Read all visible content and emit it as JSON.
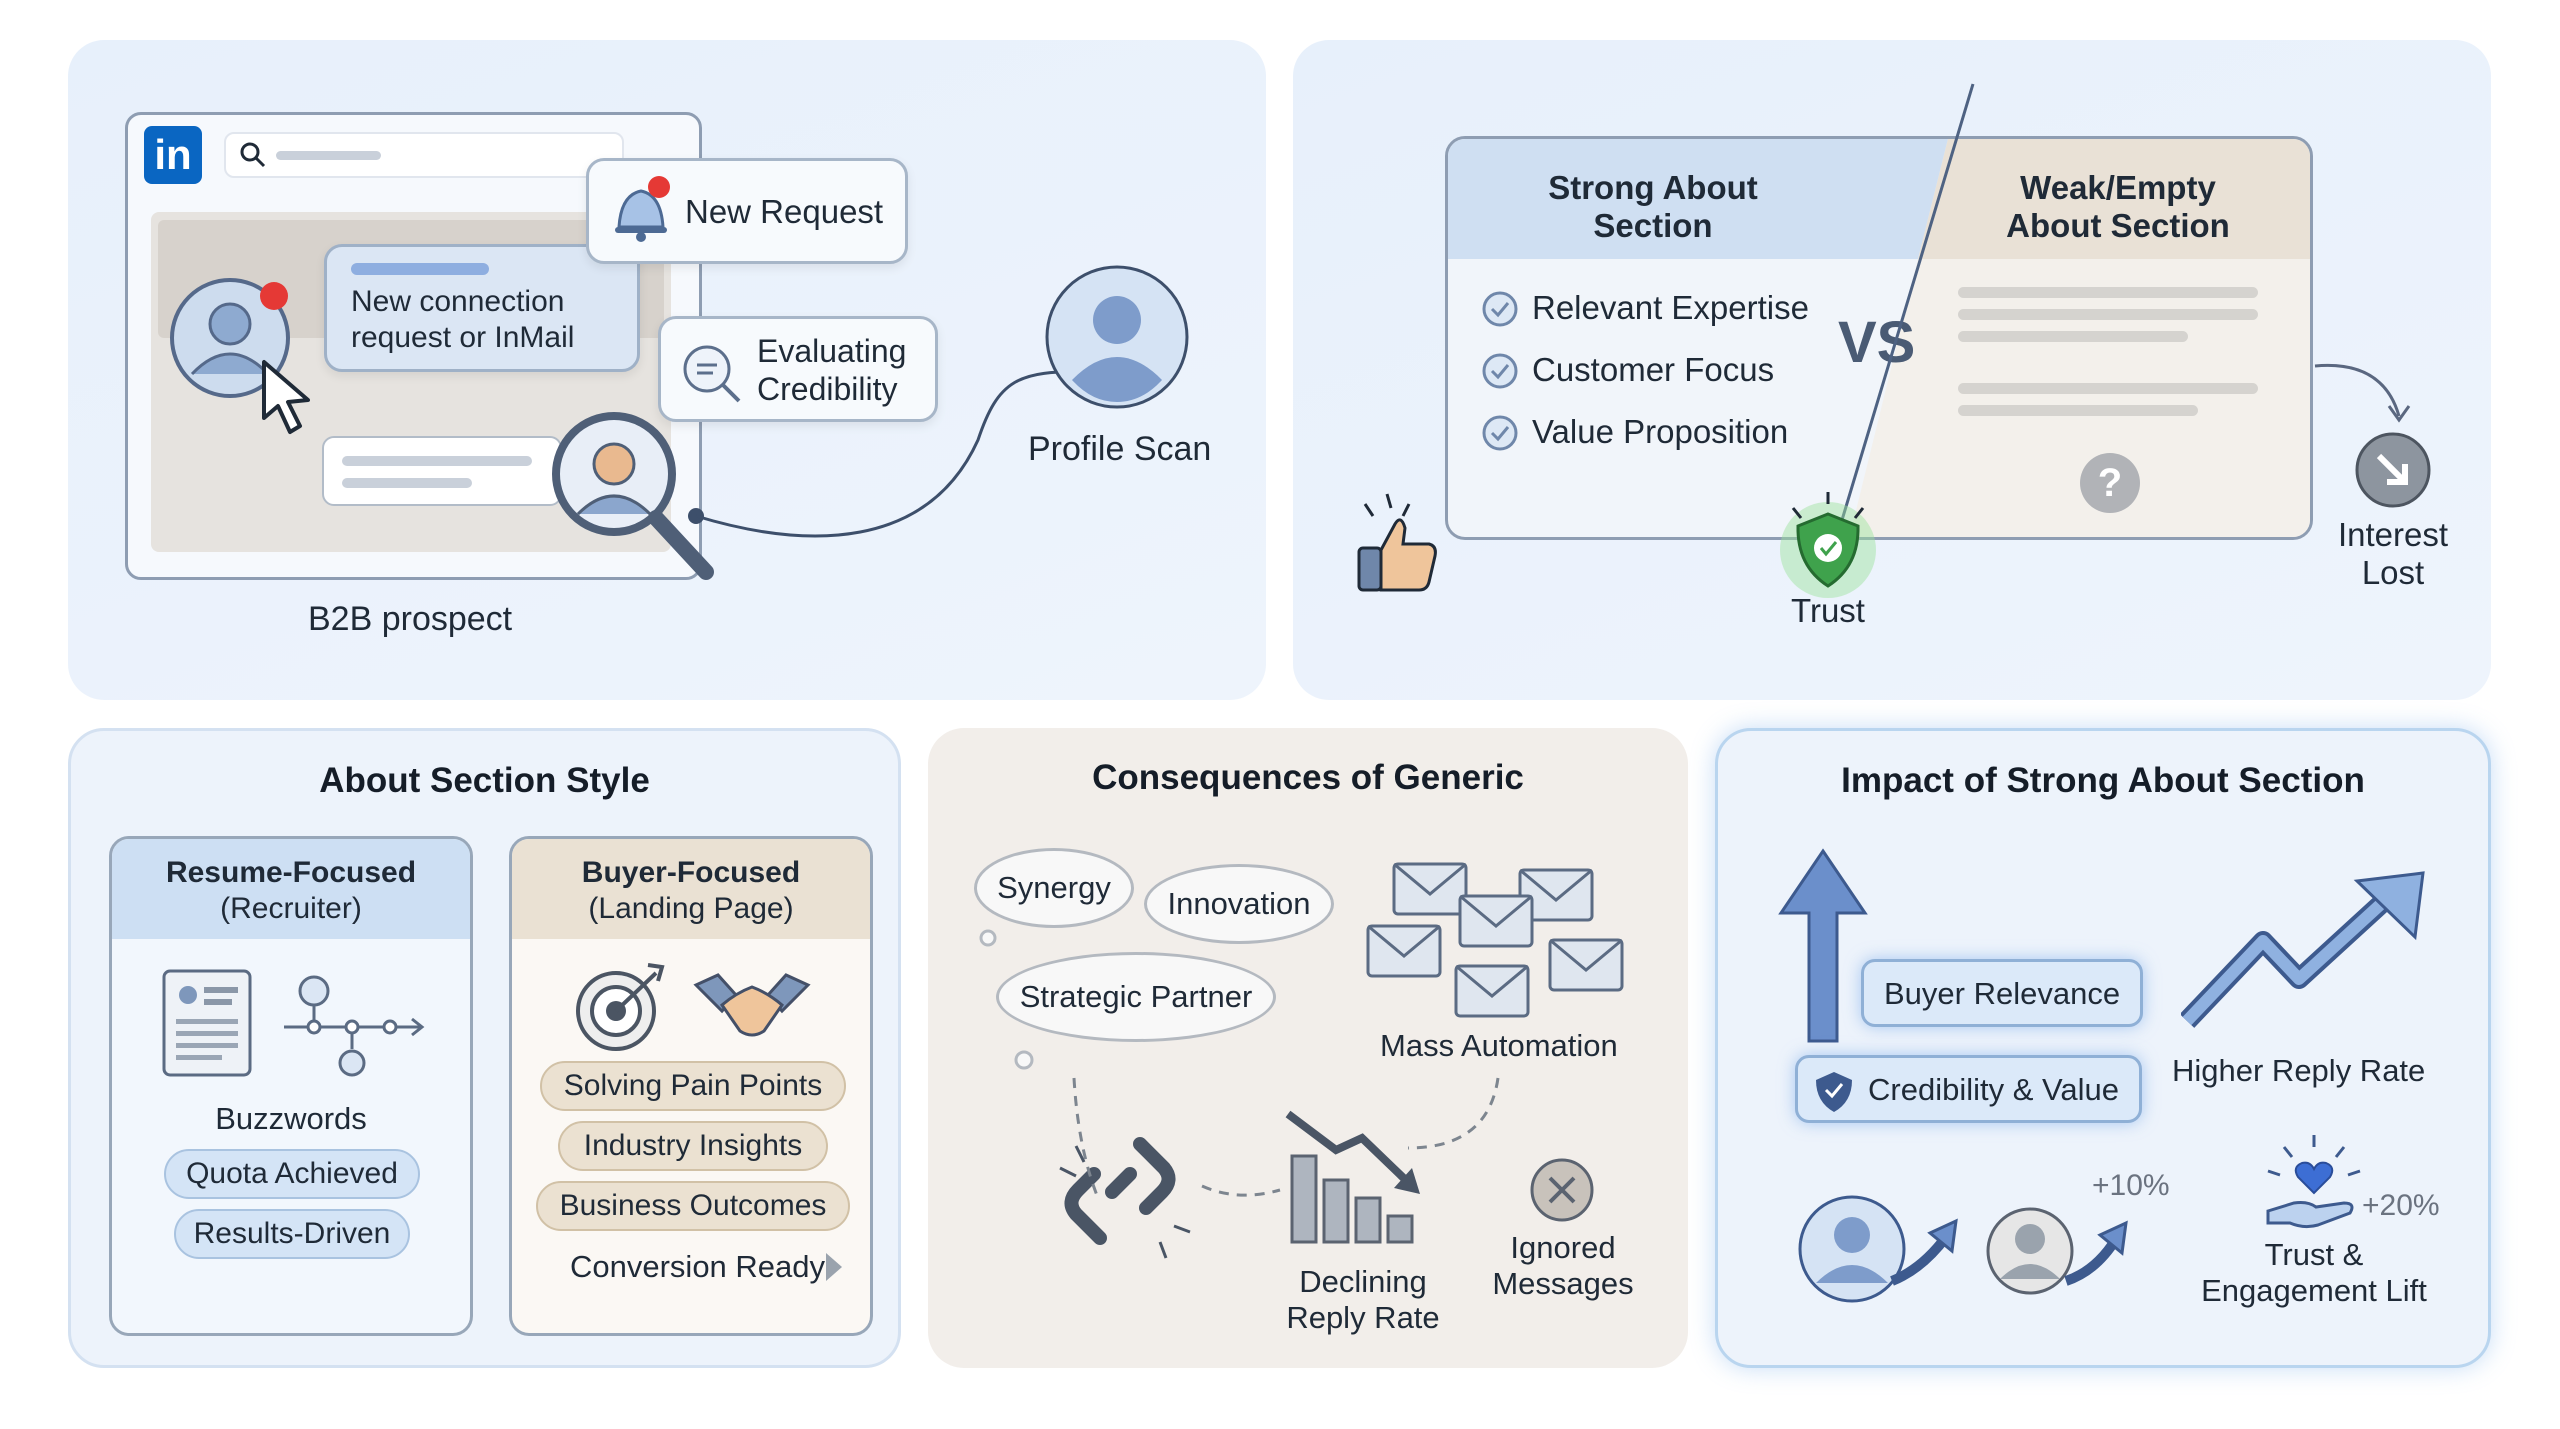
{
  "panel1": {
    "logo": "in",
    "new_request": "New Request",
    "connection_line1": "New connection",
    "connection_line2": "request or InMail",
    "evaluating_line1": "Evaluating",
    "evaluating_line2": "Credibility",
    "profile_scan": "Profile Scan",
    "b2b": "B2B prospect"
  },
  "panel2": {
    "strong_line1": "Strong About",
    "strong_line2": "Section",
    "weak_line1": "Weak/Empty",
    "weak_line2": "About Section",
    "checks": [
      "Relevant Expertise",
      "Customer Focus",
      "Value Proposition"
    ],
    "vs": "VS",
    "question": "?",
    "trust": "Trust",
    "interest_line1": "Interest",
    "interest_line2": "Lost"
  },
  "panel3": {
    "title": "About Section Style",
    "resume_line1": "Resume-Focused",
    "resume_line2": "(Recruiter)",
    "buyer_line1": "Buyer-Focused",
    "buyer_line2": "(Landing Page)",
    "buzzwords": "Buzzwords",
    "resume_pills": [
      "Quota Achieved",
      "Results-Driven"
    ],
    "buyer_pills": [
      "Solving Pain Points",
      "Industry Insights",
      "Business Outcomes"
    ],
    "conversion": "Conversion Ready"
  },
  "panel4": {
    "title": "Consequences of Generic",
    "clouds": [
      "Synergy",
      "Innovation",
      "Strategic Partner"
    ],
    "mass": "Mass Automation",
    "declining_line1": "Declining",
    "declining_line2": "Reply Rate",
    "ignored_line1": "Ignored",
    "ignored_line2": "Messages"
  },
  "panel5": {
    "title": "Impact of Strong About Section",
    "buyer_relevance": "Buyer Relevance",
    "credibility": "Credibility & Value",
    "higher_reply": "Higher Reply Rate",
    "plus10": "+10%",
    "plus20": "+20%",
    "trust_line1": "Trust &",
    "trust_line2": "Engagement Lift"
  },
  "colors": {
    "linkedin": "#0a66c2",
    "accent_blue": "#5b87c4",
    "notify_red": "#e53935",
    "trust_green": "#3fa24c"
  }
}
